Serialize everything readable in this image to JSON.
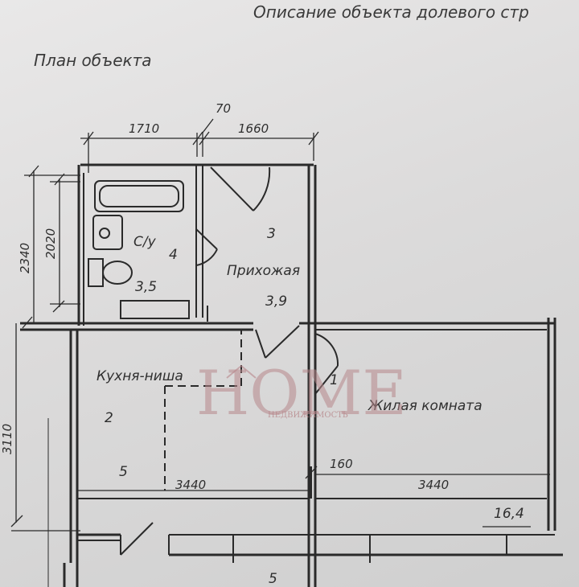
{
  "header": {
    "doc_title": "Описание объекта долевого стр",
    "plan_title": "План объекта"
  },
  "dimensions": {
    "d1710": "1710",
    "d70": "70",
    "d1660": "1660",
    "d2340": "2340",
    "d2020": "2020",
    "d3110": "3110",
    "d160": "160",
    "d3440_left": "3440",
    "d3440_right": "3440"
  },
  "rooms": {
    "bath_label": "С/у",
    "bath_number": "4",
    "bath_area": "3,5",
    "hall_number": "3",
    "hall_label": "Прихожая",
    "hall_area": "3,9",
    "kitchen_label": "Кухня-ниша",
    "kitchen_number": "2",
    "kitchen_area": "5",
    "living_number": "1",
    "living_label": "Жилая комната",
    "living_area": "16,4",
    "below_number": "5"
  },
  "watermark": {
    "main": "HOME",
    "sub": "НЕДВИЖИМОСТЬ"
  },
  "colors": {
    "line": "#2a2a2a",
    "watermark": "#b7868a"
  }
}
